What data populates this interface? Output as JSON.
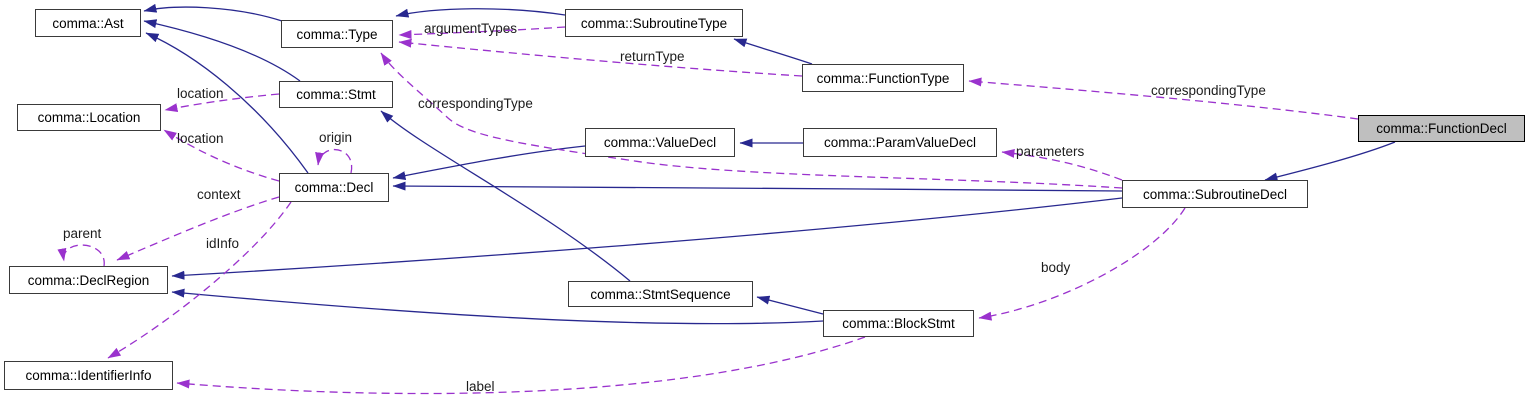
{
  "diagram": {
    "kind": "collaboration-graph",
    "main_class": "comma::FunctionDecl",
    "colors": {
      "inheritance_edge": "#28288f",
      "usage_edge": "#9a32cd",
      "node_background": "#ffffff",
      "node_border": "#3a3a3a",
      "highlight_background": "#bfbfbf",
      "highlight_border": "#000000",
      "label_text": "#1c1c1c"
    },
    "nodes": [
      {
        "id": "ast",
        "label": "comma::Ast"
      },
      {
        "id": "type",
        "label": "comma::Type"
      },
      {
        "id": "subroutine-type",
        "label": "comma::SubroutineType"
      },
      {
        "id": "function-type",
        "label": "comma::FunctionType"
      },
      {
        "id": "location",
        "label": "comma::Location"
      },
      {
        "id": "stmt",
        "label": "comma::Stmt"
      },
      {
        "id": "value-decl",
        "label": "comma::ValueDecl"
      },
      {
        "id": "param-value-decl",
        "label": "comma::ParamValueDecl"
      },
      {
        "id": "decl",
        "label": "comma::Decl"
      },
      {
        "id": "subroutine-decl",
        "label": "comma::SubroutineDecl"
      },
      {
        "id": "function-decl",
        "label": "comma::FunctionDecl",
        "highlighted": true
      },
      {
        "id": "decl-region",
        "label": "comma::DeclRegion"
      },
      {
        "id": "stmt-sequence",
        "label": "comma::StmtSequence"
      },
      {
        "id": "block-stmt",
        "label": "comma::BlockStmt"
      },
      {
        "id": "identifier-info",
        "label": "comma::IdentifierInfo"
      }
    ],
    "edges_inheritance": [
      {
        "from": "comma::Type",
        "to": "comma::Ast"
      },
      {
        "from": "comma::Stmt",
        "to": "comma::Ast"
      },
      {
        "from": "comma::Decl",
        "to": "comma::Ast"
      },
      {
        "from": "comma::SubroutineType",
        "to": "comma::Type"
      },
      {
        "from": "comma::FunctionType",
        "to": "comma::SubroutineType"
      },
      {
        "from": "comma::ParamValueDecl",
        "to": "comma::ValueDecl"
      },
      {
        "from": "comma::ValueDecl",
        "to": "comma::Decl"
      },
      {
        "from": "comma::SubroutineDecl",
        "to": "comma::Decl"
      },
      {
        "from": "comma::SubroutineDecl",
        "to": "comma::DeclRegion"
      },
      {
        "from": "comma::BlockStmt",
        "to": "comma::DeclRegion"
      },
      {
        "from": "comma::StmtSequence",
        "to": "comma::Stmt"
      },
      {
        "from": "comma::BlockStmt",
        "to": "comma::StmtSequence"
      },
      {
        "from": "comma::FunctionDecl",
        "to": "comma::SubroutineDecl"
      }
    ],
    "edges_usage": [
      {
        "from": "comma::SubroutineType",
        "to": "comma::Type",
        "label": "argumentTypes"
      },
      {
        "from": "comma::FunctionType",
        "to": "comma::Type",
        "label": "returnType"
      },
      {
        "from": "comma::FunctionDecl",
        "to": "comma::FunctionType",
        "label": "correspondingType"
      },
      {
        "from": "comma::SubroutineDecl",
        "to": "comma::Type",
        "label": "correspondingType"
      },
      {
        "from": "comma::Stmt",
        "to": "comma::Location",
        "label": "location"
      },
      {
        "from": "comma::Decl",
        "to": "comma::Location",
        "label": "location"
      },
      {
        "from": "comma::Decl",
        "to": "comma::Decl",
        "label": "origin"
      },
      {
        "from": "comma::DeclRegion",
        "to": "comma::DeclRegion",
        "label": "parent"
      },
      {
        "from": "comma::Decl",
        "to": "comma::DeclRegion",
        "label": "context"
      },
      {
        "from": "comma::Decl",
        "to": "comma::IdentifierInfo",
        "label": "idInfo"
      },
      {
        "from": "comma::SubroutineDecl",
        "to": "comma::ParamValueDecl",
        "label": "parameters"
      },
      {
        "from": "comma::SubroutineDecl",
        "to": "comma::BlockStmt",
        "label": "body"
      },
      {
        "from": "comma::BlockStmt",
        "to": "comma::IdentifierInfo",
        "label": "label"
      }
    ]
  }
}
